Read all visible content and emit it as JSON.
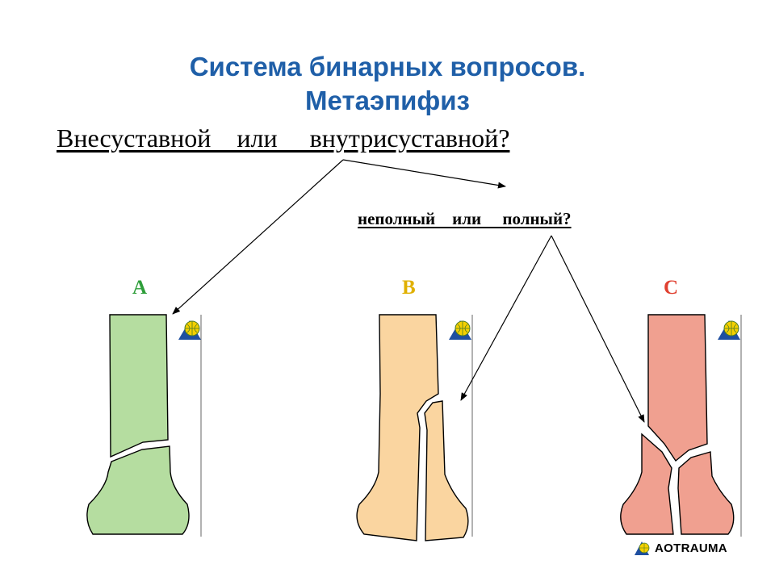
{
  "title": {
    "line1": "Система бинарных вопросов.",
    "line2": "Метаэпифиз"
  },
  "question_main": {
    "text": "Внесуставной    или     внутрисуставной?"
  },
  "question_sub": {
    "text": "неполный    или     полный?"
  },
  "categories": [
    {
      "letter": "A",
      "color": "#2e9e3a",
      "fill": "#b5dda0"
    },
    {
      "letter": "B",
      "color": "#e0b000",
      "fill": "#fad5a0"
    },
    {
      "letter": "C",
      "color": "#e04030",
      "fill": "#f0a090"
    }
  ],
  "icons": {
    "corner": "ao-globe-icon",
    "logo": "aotrauma-logo-icon"
  },
  "logo": {
    "text": "AOTRAUMA"
  }
}
